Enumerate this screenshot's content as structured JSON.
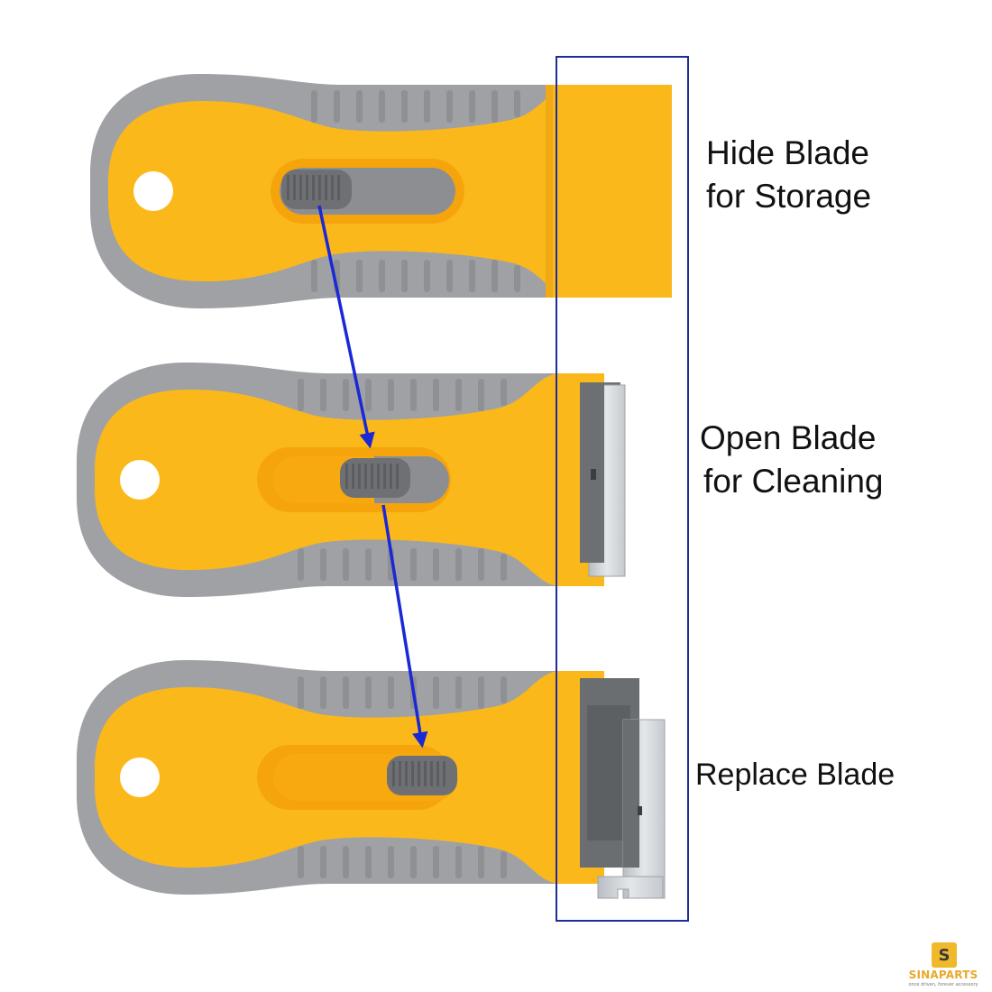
{
  "steps": [
    {
      "id": "hide",
      "label_line1": "Hide Blade",
      "label_line2": "for Storage",
      "slider_state": "closed",
      "blade_state": "hidden"
    },
    {
      "id": "open",
      "label_line1": "Open Blade",
      "label_line2": "for Cleaning",
      "slider_state": "middle",
      "blade_state": "extended"
    },
    {
      "id": "replace",
      "label": "Replace Blade",
      "slider_state": "forward",
      "blade_state": "released"
    }
  ],
  "colors": {
    "handle_yellow": "#fbb81b",
    "handle_grey": "#a0a1a4",
    "slider_grey": "#6e7073",
    "arrow_blue": "#1a28d6",
    "frame_blue": "#1c2d9a",
    "blade_silver": "#cfd3d8",
    "label_text": "#111111"
  },
  "icons": [
    "flow-arrow-icon",
    "brand-logo-icon"
  ],
  "brand": {
    "mark": "S",
    "name": "SINAPARTS",
    "tagline": "once driven, forever accessory"
  }
}
